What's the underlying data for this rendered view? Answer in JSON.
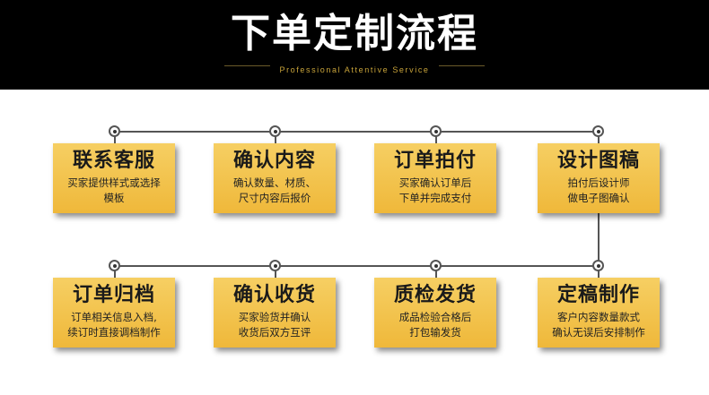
{
  "header": {
    "title": "下单定制流程",
    "subtitle": "Professional Attentive Service"
  },
  "steps": [
    {
      "title": "联系客服",
      "desc": "买家提供样式或选择\n模板"
    },
    {
      "title": "确认内容",
      "desc": "确认数量、材质、\n尺寸内容后报价"
    },
    {
      "title": "订单拍付",
      "desc": "买家确认订单后\n下单并完成支付"
    },
    {
      "title": "设计图稿",
      "desc": "拍付后设计师\n做电子图确认"
    },
    {
      "title": "订单归档",
      "desc": "订单相关信息入档,\n续订时直接调档制作"
    },
    {
      "title": "确认收货",
      "desc": "买家验货并确认\n收货后双方互评"
    },
    {
      "title": "质检发货",
      "desc": "成品检验合格后\n打包输发货"
    },
    {
      "title": "定稿制作",
      "desc": "客户内容数量款式\n确认无误后安排制作"
    }
  ],
  "colors": {
    "header_bg": "#000000",
    "card_fill": "#f2c24b",
    "connector": "#555555",
    "subtitle": "#c9a43a"
  }
}
